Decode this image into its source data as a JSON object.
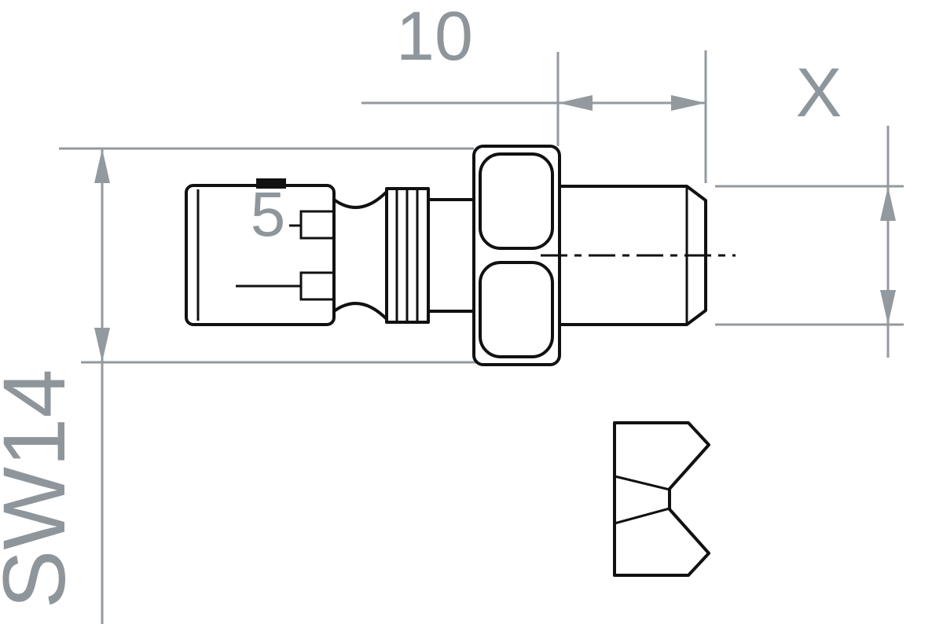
{
  "labels": {
    "thread_length": "10",
    "diameter": "X",
    "wrench_size": "SW14",
    "depth": "5"
  },
  "colors": {
    "line": "#111111",
    "dimension": "#939a9f",
    "background": "#ffffff"
  }
}
